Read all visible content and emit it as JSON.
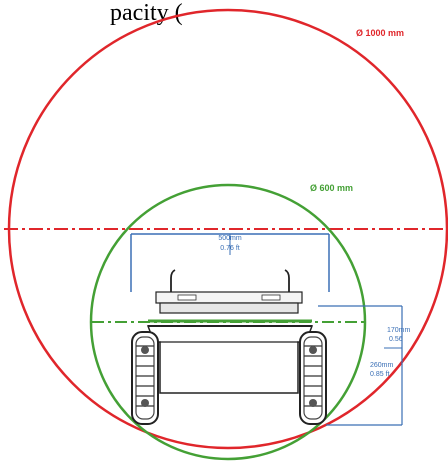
{
  "header_fragment": "pacity (",
  "circles": {
    "outer": {
      "label": "Ø 1000 mm",
      "color": "#e0262b"
    },
    "inner": {
      "label": "Ø 600 mm",
      "color": "#44a035"
    }
  },
  "dimensions": {
    "width": {
      "line1": "500mm",
      "line2": "0.76 ft",
      "color": "#3a6fb5"
    },
    "height_upper": {
      "line1": "170mm",
      "line2": "0.56",
      "color": "#3a6fb5"
    },
    "height_lower": {
      "line1": "260mm",
      "line2": "0.85 ft",
      "color": "#3a6fb5"
    }
  },
  "vehicle": {
    "body_color": "#ffffff",
    "outline_color": "#222222",
    "track_color": "#333333"
  }
}
